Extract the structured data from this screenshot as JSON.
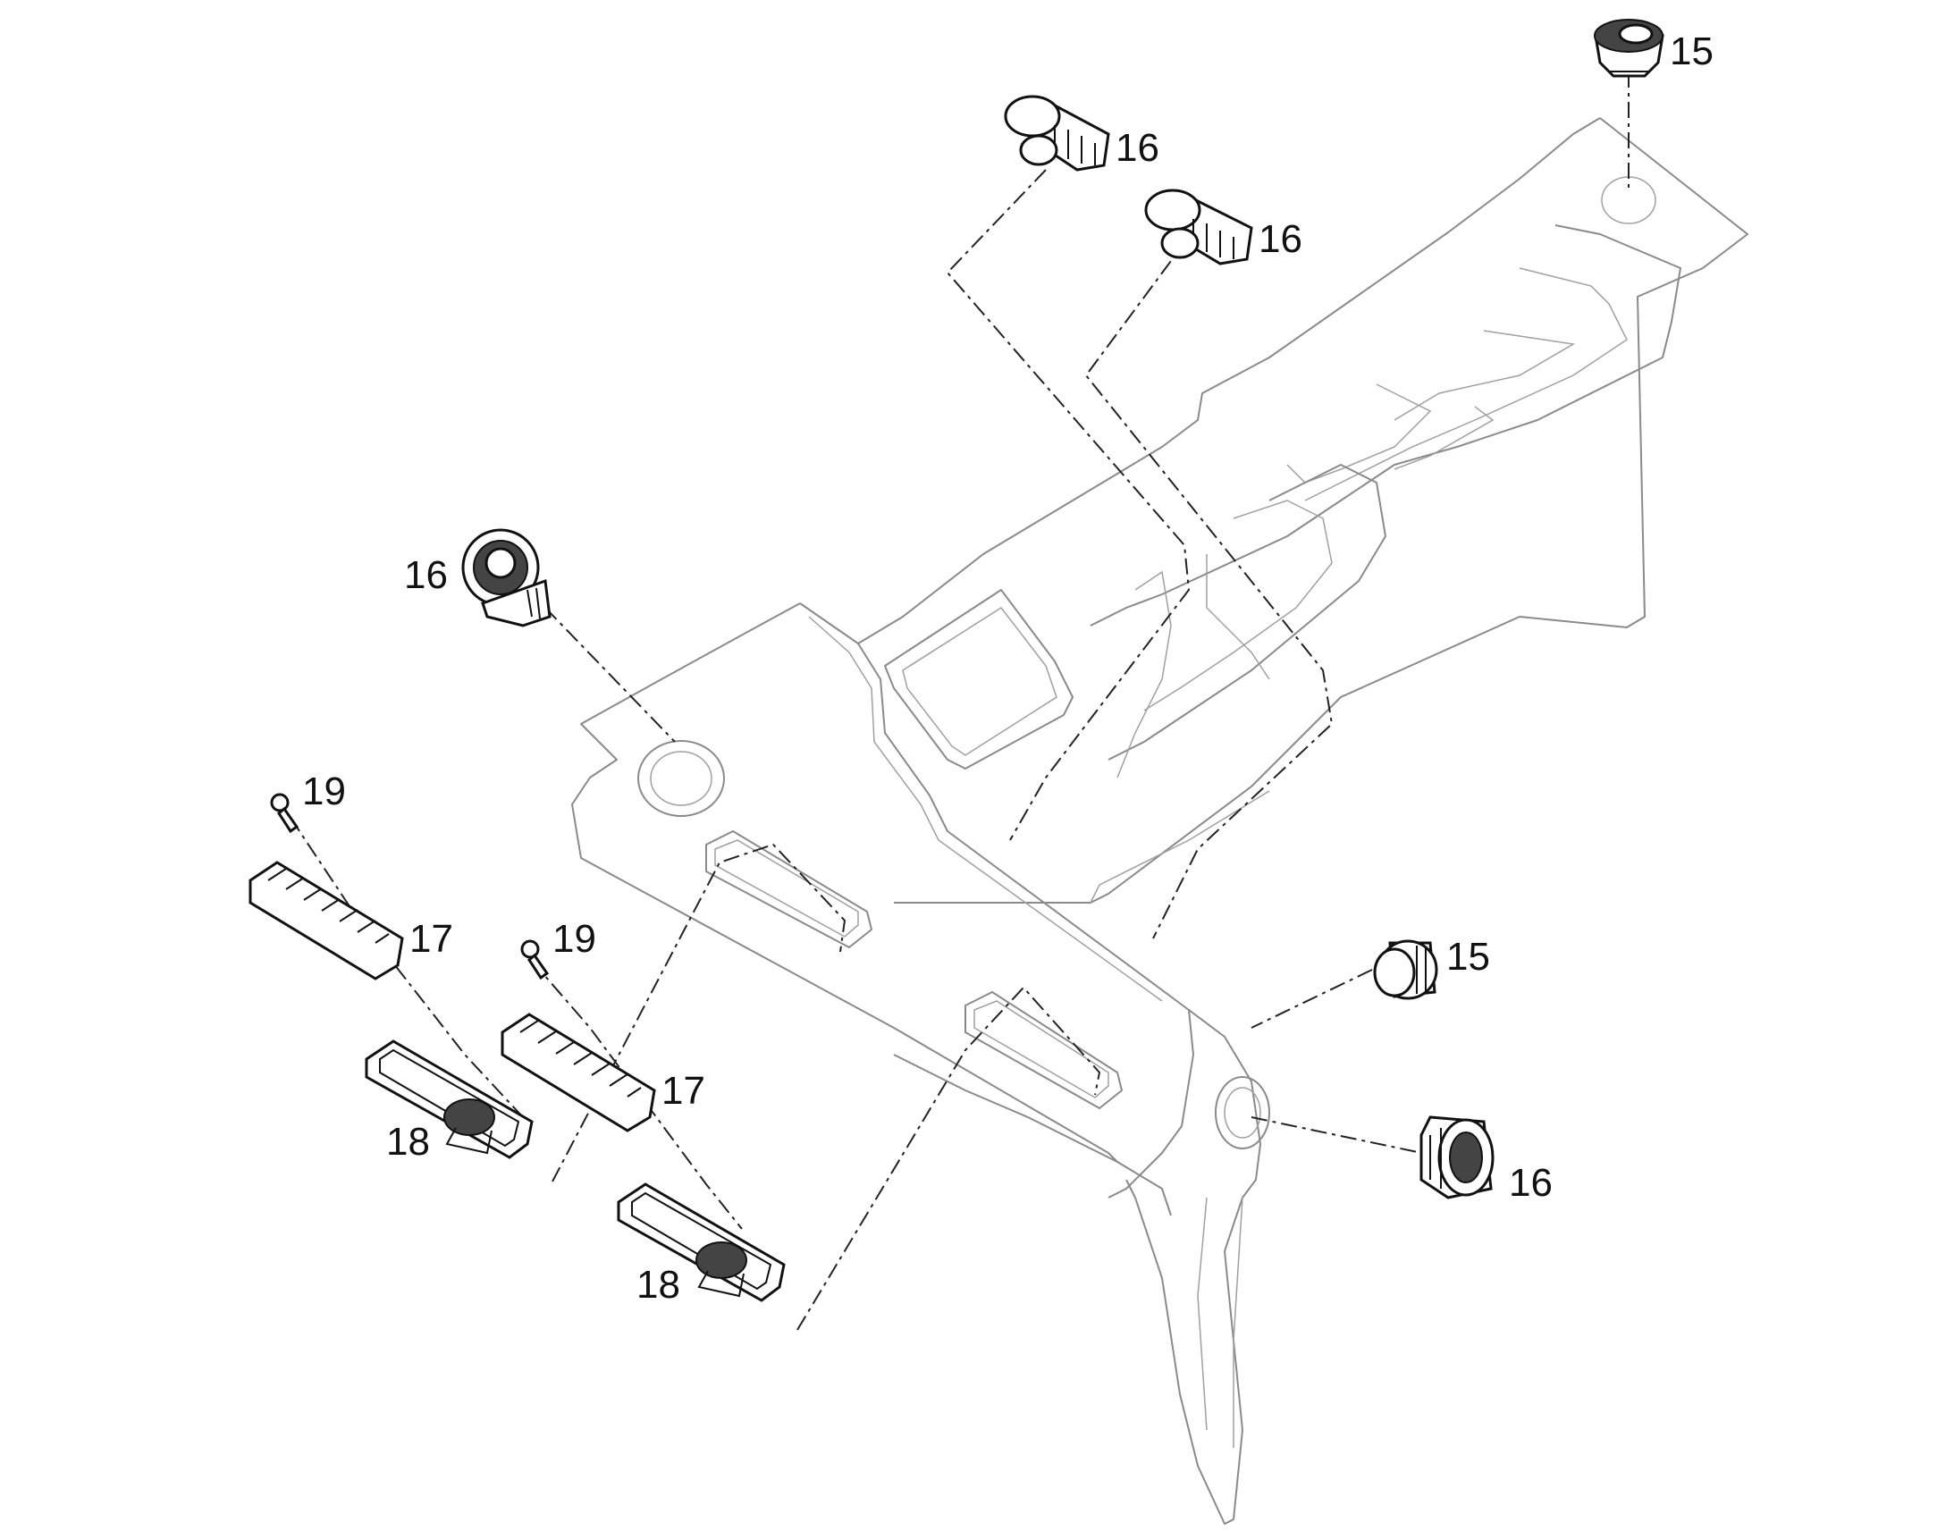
{
  "callouts": [
    {
      "id": "c15a",
      "label": "15"
    },
    {
      "id": "c16a",
      "label": "16"
    },
    {
      "id": "c16b",
      "label": "16"
    },
    {
      "id": "c16c",
      "label": "16"
    },
    {
      "id": "c19a",
      "label": "19"
    },
    {
      "id": "c17a",
      "label": "17"
    },
    {
      "id": "c19b",
      "label": "19"
    },
    {
      "id": "c17b",
      "label": "17"
    },
    {
      "id": "c18a",
      "label": "18"
    },
    {
      "id": "c18b",
      "label": "18"
    },
    {
      "id": "c15b",
      "label": "15"
    },
    {
      "id": "c16d",
      "label": "16"
    }
  ],
  "colors": {
    "line_art": "#8a8a8a",
    "part_stroke": "#111111",
    "background": "#ffffff"
  }
}
